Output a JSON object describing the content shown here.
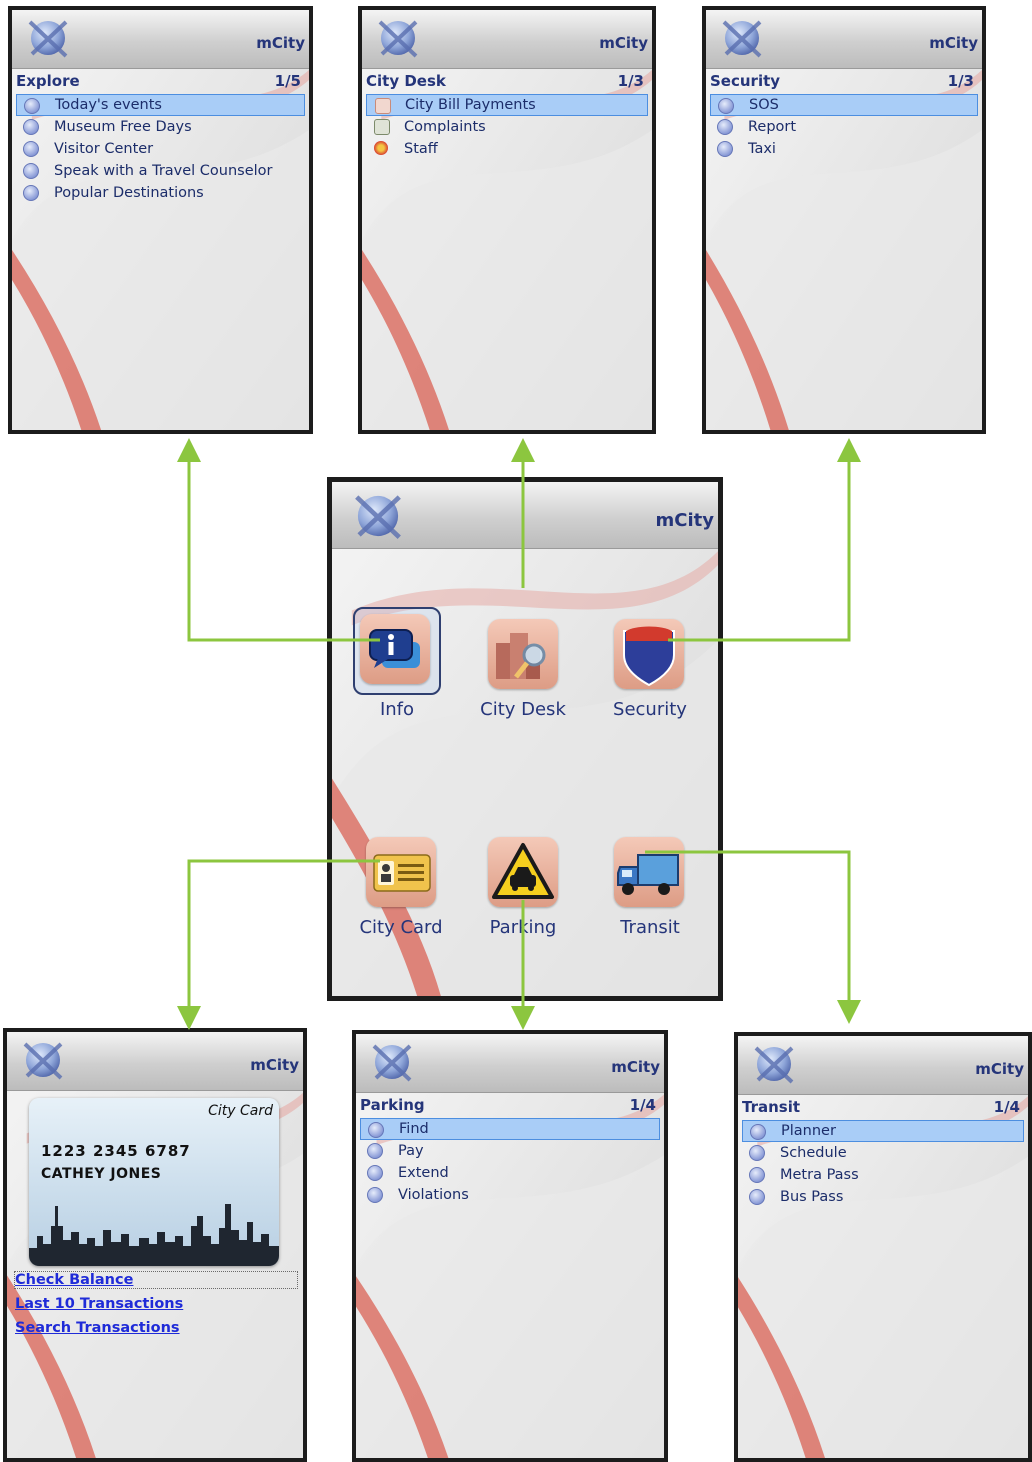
{
  "app_title": "mCity",
  "explore": {
    "heading": "Explore",
    "page": "1/5",
    "items": [
      "Today's events",
      "Museum Free Days",
      "Visitor Center",
      "Speak with a Travel Counselor",
      "Popular Destinations"
    ]
  },
  "city_desk": {
    "heading": "City Desk",
    "page": "1/3",
    "items": [
      "City Bill Payments",
      "Complaints",
      "Staff"
    ]
  },
  "security": {
    "heading": "Security",
    "page": "1/3",
    "items": [
      "SOS",
      "Report",
      "Taxi"
    ]
  },
  "home": {
    "icons": [
      "Info",
      "City Desk",
      "Security",
      "City Card",
      "Parking",
      "Transit"
    ]
  },
  "city_card": {
    "card_title": "City Card",
    "card_number": "1223 2345 6787",
    "card_name": "CATHEY JONES",
    "links": [
      "Check Balance",
      "Last 10 Transactions",
      "Search Transactions"
    ]
  },
  "parking": {
    "heading": "Parking",
    "page": "1/4",
    "items": [
      "Find",
      "Pay",
      "Extend",
      "Violations"
    ]
  },
  "transit": {
    "heading": "Transit",
    "page": "1/4",
    "items": [
      "Planner",
      "Schedule",
      "Metra Pass",
      "Bus Pass"
    ]
  },
  "colors": {
    "accent": "#25357a",
    "selection": "#a9cdf7",
    "arrow": "#8cc63f",
    "link": "#1f2bd8"
  }
}
